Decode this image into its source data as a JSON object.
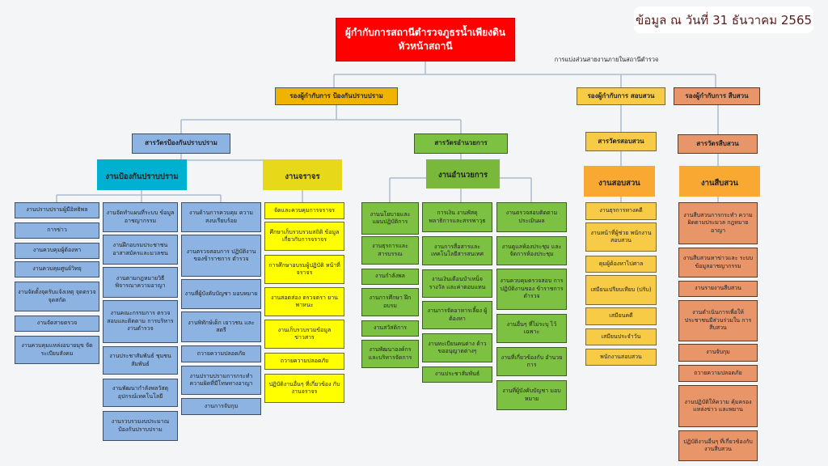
{
  "date_badge": "ข้อมูล ณ วันที่ 31 ธันวาคม 2565",
  "title": {
    "line1": "ผู้กำกับการสถานีตำรวจภูธรน้ำเพียงดิน",
    "line2": "หัวหน้าสถานี"
  },
  "subtitle": "การแบ่งส่วนสายงานภายในสถานีตำรวจ",
  "deputies": [
    "รองผู้กำกับการ ป้องกันปราบปราม",
    "รองผู้กำกับการ สอบสวน",
    "รองผู้กำกับการ สืบสวน"
  ],
  "inspectors": [
    "สารวัตรป้องกันปราบปราม",
    "สารวัตรอำนวยการ",
    "สารวัตรสอบสวน",
    "สารวัตรสืบสวน"
  ],
  "units": [
    "งานป้องกันปราบปราม",
    "งานจราจร",
    "งานอำนวยการ",
    "งานสอบสวน",
    "งานสืบสวน"
  ],
  "columns": {
    "prevention_1": [
      "งานปราบปรามผู้มีอิทธิพล",
      "การข่าว",
      "งานควบคุมผู้ต้องหา",
      "งานควบคุมศูนย์วิทยุ",
      "งานจัดตั้งจุดรับแจ้งเหตุ จุดตรวจ จุดสกัด",
      "งานจัดสายตรวจ",
      "งานควบคุมแหล่งอบายมุข จัดระเบียบสังคม"
    ],
    "prevention_2": [
      "งานจัดทำแผนที่ระบบ ข้อมูลอาชญากรรม",
      "งานฝึกอบรมประชาชน อาสาสมัครและมวลชน",
      "งานตามกฎหมายวิธี พิจารณาความอาญา",
      "งานคณะกรรมการ ตรวจสอบและติดตาม การบริหารงานตำรวจ",
      "งานประชาสัมพันธ์ ชุมชนสัมพันธ์",
      "งานพัฒนากำลังพลวัสดุ อุปกรณ์เทคโนโลยี",
      "งานรวบรวมงบประมาณ ป้องกันปราบปราม"
    ],
    "prevention_3": [
      "งานด้านการควบคุม ความสงบเรียบร้อย",
      "งานตรวจสอบการ ปฏิบัติงานของข้าราชการ ตำรวจ",
      "งานที่ผู้บังคับบัญชา มอบหมาย",
      "งานพิทักษ์เด็ก เยาวชน และสตรี",
      "ถวายความปลอดภัย",
      "งานปราบปรามการกระทำ ความผิดที่มีโทษทางอาญา",
      "งานการจับกุม"
    ],
    "traffic": [
      "จัดและควบคุมการจราจร",
      "ศึกษาเก็บรวบรวมสถิติ ข้อมูลเกี่ยวกับการจราจร",
      "การศึกษาอบรมผู้ปฏิบัติ หน้าที่จราจร",
      "งานสอดส่อง ตรวจตรา ยานพาหนะ",
      "งานเก็บรวบรวมข้อมูล ข่าวสาร",
      "ถวายความปลอดภัย",
      "ปฏิบัติงานอื่นๆ ที่เกี่ยวข้อง กับงานจราจร"
    ],
    "admin_1": [
      "งานนโยบายและ แผนปฏิบัติการ",
      "งานธุรการและ สารบรรณ",
      "งานกำลังพล",
      "งานการศึกษา ฝึกอบรม",
      "งานสวัสดิการ",
      "งานพัฒนาองค์กร และบริหารจัดการ"
    ],
    "admin_2": [
      "การเงิน งานพัสดุ พลาธิการและสรรพาวุธ",
      "งานการสื่อสารและ เทคโนโลยีสารสนเทศ",
      "งานเงินเดือนบำเหน็จรางวัล และค่าตอบแทน",
      "งานการจัดอาหารเลี้ยง ผู้ต้องหา",
      "งานทะเบียนคนต่าง ด้าว ขออนุญาตต่างๆ",
      "งานประชาสัมพันธ์"
    ],
    "admin_3": [
      "งานตรวจสอบติดตาม ประเมินผล",
      "งานดูแลห้องประชุม และจัดการห้องประชุม",
      "งานควบคุมตรวจสอบ การปฏิบัติงานของ ข้าราชการตำรวจ",
      "งานอื่นๆ ที่ไม่ระบุ ไว้เฉพาะ",
      "งานที่เกี่ยวข้องกับ อำนวยการ",
      "งานที่ผู้บังคับบัญชา มอบหมาย"
    ],
    "inquiry": [
      "งานธุรการทางคดี",
      "งานหน้าที่ผู้ช่วย พนักงานสอบสวน",
      "คุมผู้ต้องหาไปศาล",
      "เสมียนเปรียบเทียบ (ปรับ)",
      "เสมียนคดี",
      "เสมียนประจำวัน",
      "พนักงานสอบสวน"
    ],
    "investigation": [
      "งานสืบสวนการกระทำ ความผิดตามประมวล กฎหมายอาญา",
      "งานสืบสวนหาข่าวและ ระบบข้อมูลอาชญากรรม",
      "งานรายงานสืบสวน",
      "งานดำเนินการเพื่อให้ ประชาชนมีส่วนร่วมใน การสืบสวน",
      "งานจับกุม",
      "ถวายความปลอดภัย",
      "งานปฏิบัติให้ความ คุ้มครองแหล่งข่าว และพยาน",
      "ปฏิบัติงานอื่นๆ ที่เกี่ยวข้องกับงานสืบสวน"
    ]
  },
  "colors": {
    "title": "#ff0000",
    "prevention": "#8db3e2",
    "prevention_unit": "#00b0d0",
    "traffic": "#ffff00",
    "admin": "#7dc142",
    "inquiry": "#f7cb45",
    "investigation": "#e8956a",
    "unit_orange": "#f9a832"
  }
}
